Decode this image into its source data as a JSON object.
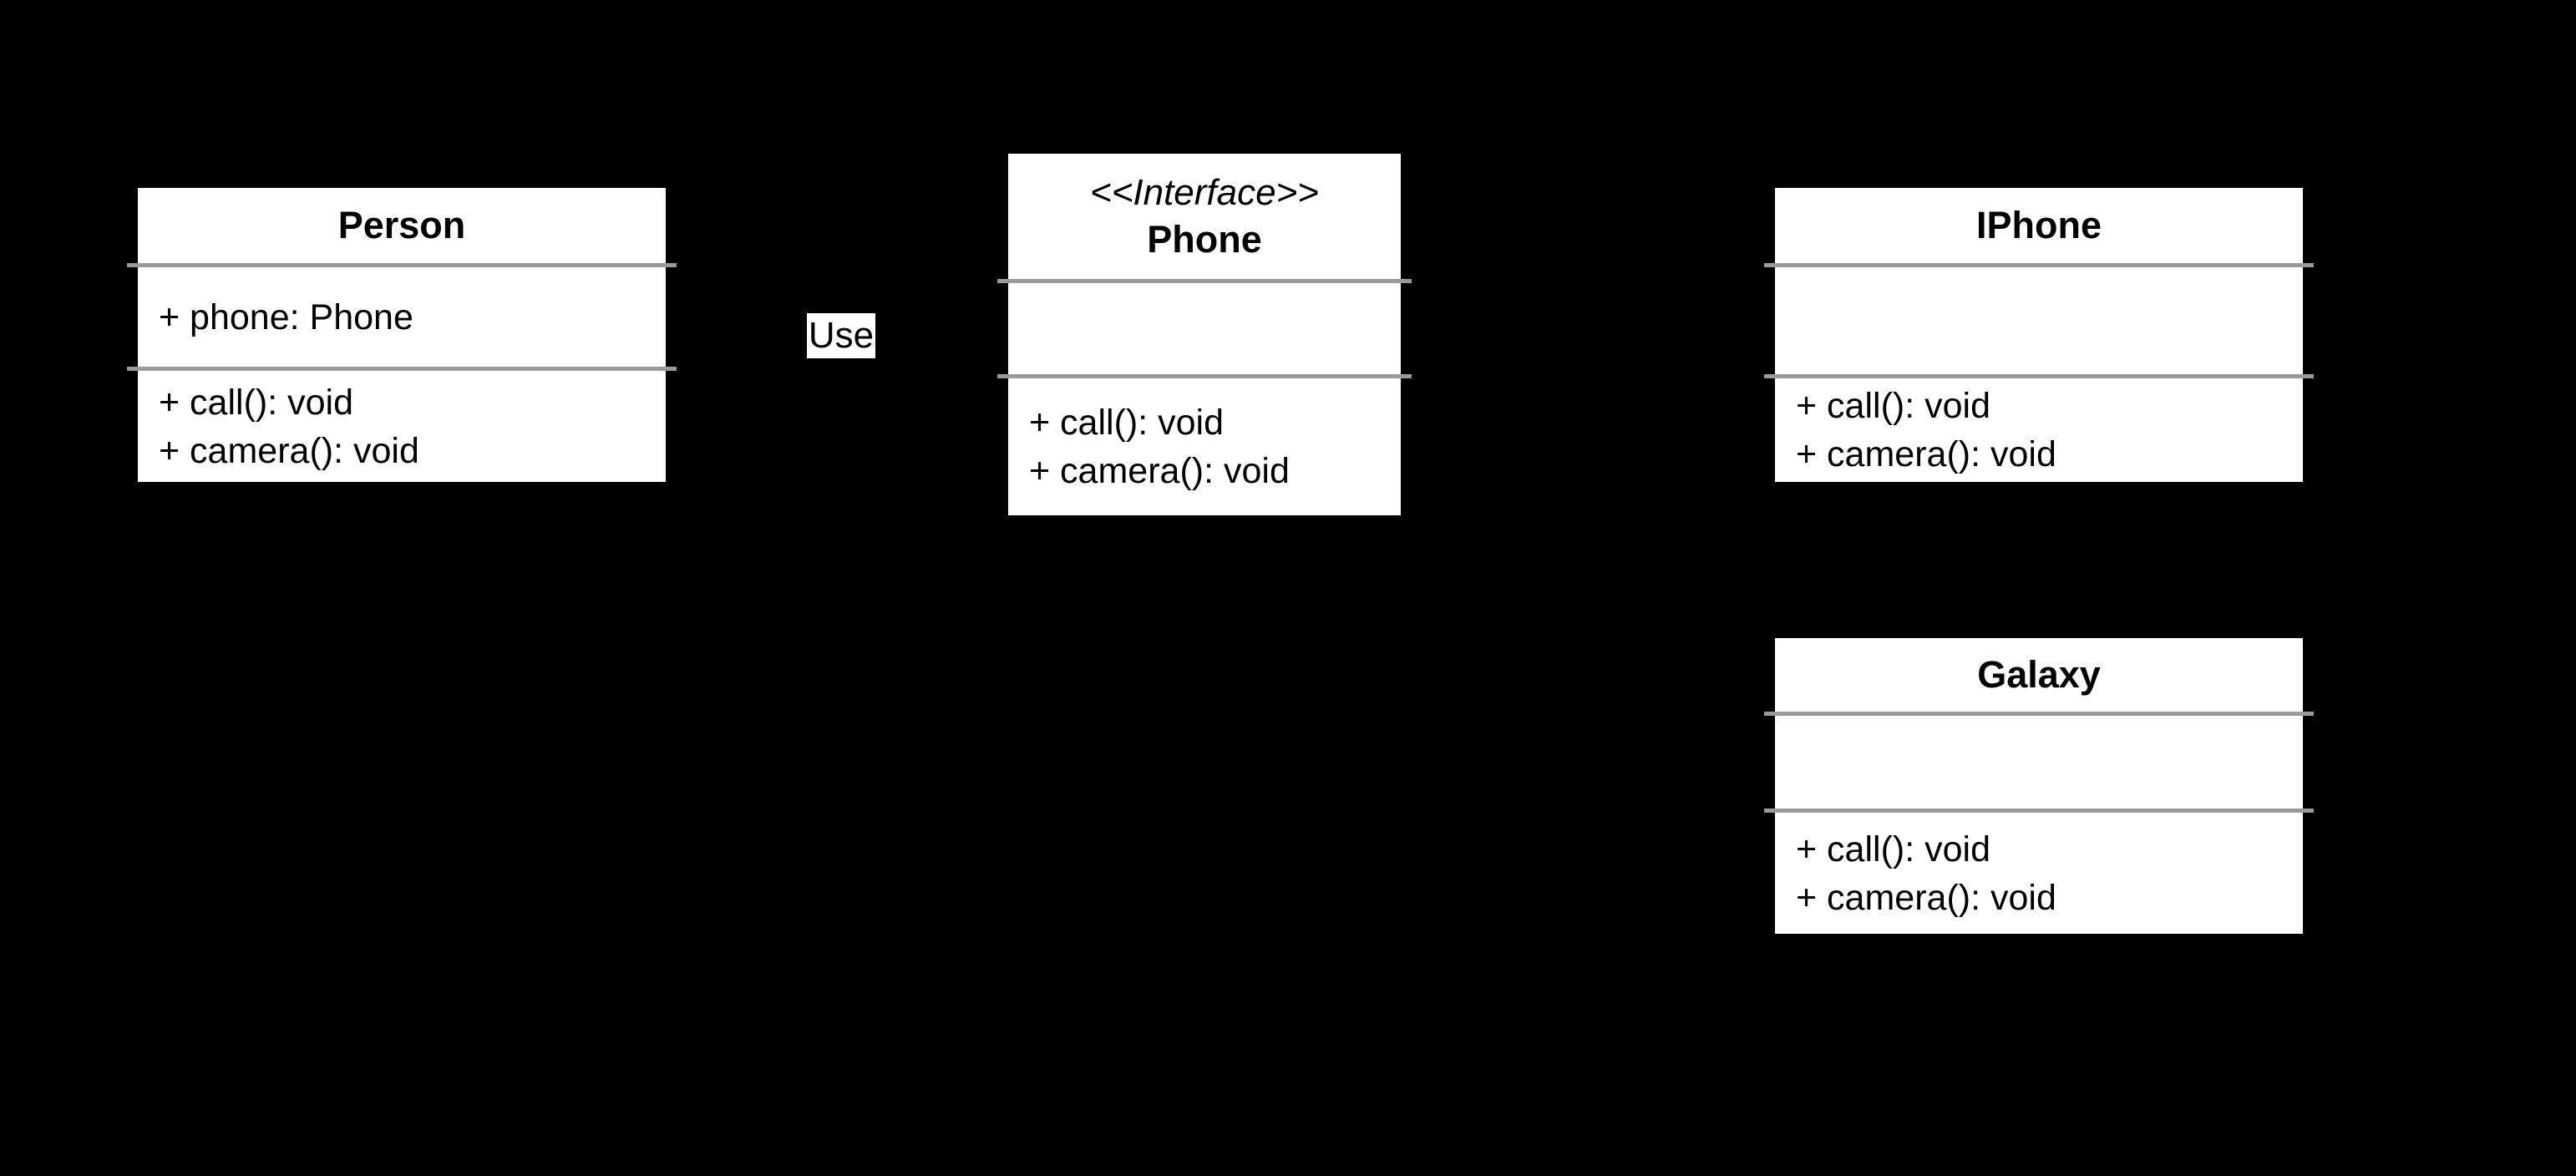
{
  "diagram": {
    "background_color": "#000000",
    "box_fill_color": "#ffffff",
    "divider_color": "#9a9a9a",
    "text_color": "#000000",
    "dependency_label": "Use",
    "classes": [
      {
        "name": "Person",
        "stereotype": "",
        "attributes": [
          "+ phone: Phone"
        ],
        "methods": [
          "+ call(): void",
          "+ camera(): void"
        ]
      },
      {
        "name": "Phone",
        "stereotype": "<<Interface>>",
        "attributes": [],
        "methods": [
          "+ call(): void",
          "+ camera(): void"
        ]
      },
      {
        "name": "IPhone",
        "stereotype": "",
        "attributes": [],
        "methods": [
          "+ call(): void",
          "+ camera(): void"
        ]
      },
      {
        "name": "Galaxy",
        "stereotype": "",
        "attributes": [],
        "methods": [
          "+ call(): void",
          "+ camera(): void"
        ]
      }
    ]
  }
}
